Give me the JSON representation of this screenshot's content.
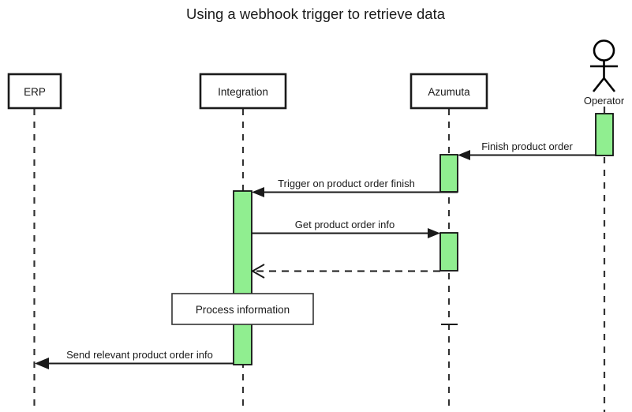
{
  "title": "Using a webhook trigger to retrieve data",
  "colors": {
    "activation_fill": "#90ee90",
    "activation_stroke": "#111111",
    "line": "#1a1a1a",
    "lifeline": "#333333",
    "background": "#ffffff",
    "box_fill": "#ffffff"
  },
  "participants": [
    {
      "id": "erp",
      "label": "ERP",
      "type": "box"
    },
    {
      "id": "integration",
      "label": "Integration",
      "type": "box"
    },
    {
      "id": "azumuta",
      "label": "Azumuta",
      "type": "box"
    },
    {
      "id": "operator",
      "label": "Operator",
      "type": "actor"
    }
  ],
  "messages": [
    {
      "id": "m1",
      "label": "Finish product order",
      "from": "operator",
      "to": "azumuta",
      "style": "solid",
      "arrowhead": "filled",
      "direction": "left"
    },
    {
      "id": "m2",
      "label": "Trigger on product order finish",
      "from": "azumuta",
      "to": "integration",
      "style": "solid",
      "arrowhead": "filled",
      "direction": "left"
    },
    {
      "id": "m3",
      "label": "Get product order info",
      "from": "integration",
      "to": "azumuta",
      "style": "solid",
      "arrowhead": "filled",
      "direction": "right"
    },
    {
      "id": "m4",
      "label": "",
      "from": "azumuta",
      "to": "integration",
      "style": "dashed",
      "arrowhead": "open",
      "direction": "left"
    },
    {
      "id": "m5",
      "label": "Send relevant product order info",
      "from": "integration",
      "to": "erp",
      "style": "solid",
      "arrowhead": "filled",
      "direction": "left"
    }
  ],
  "notes": [
    {
      "id": "n1",
      "label": "Process information",
      "on": "integration"
    }
  ]
}
